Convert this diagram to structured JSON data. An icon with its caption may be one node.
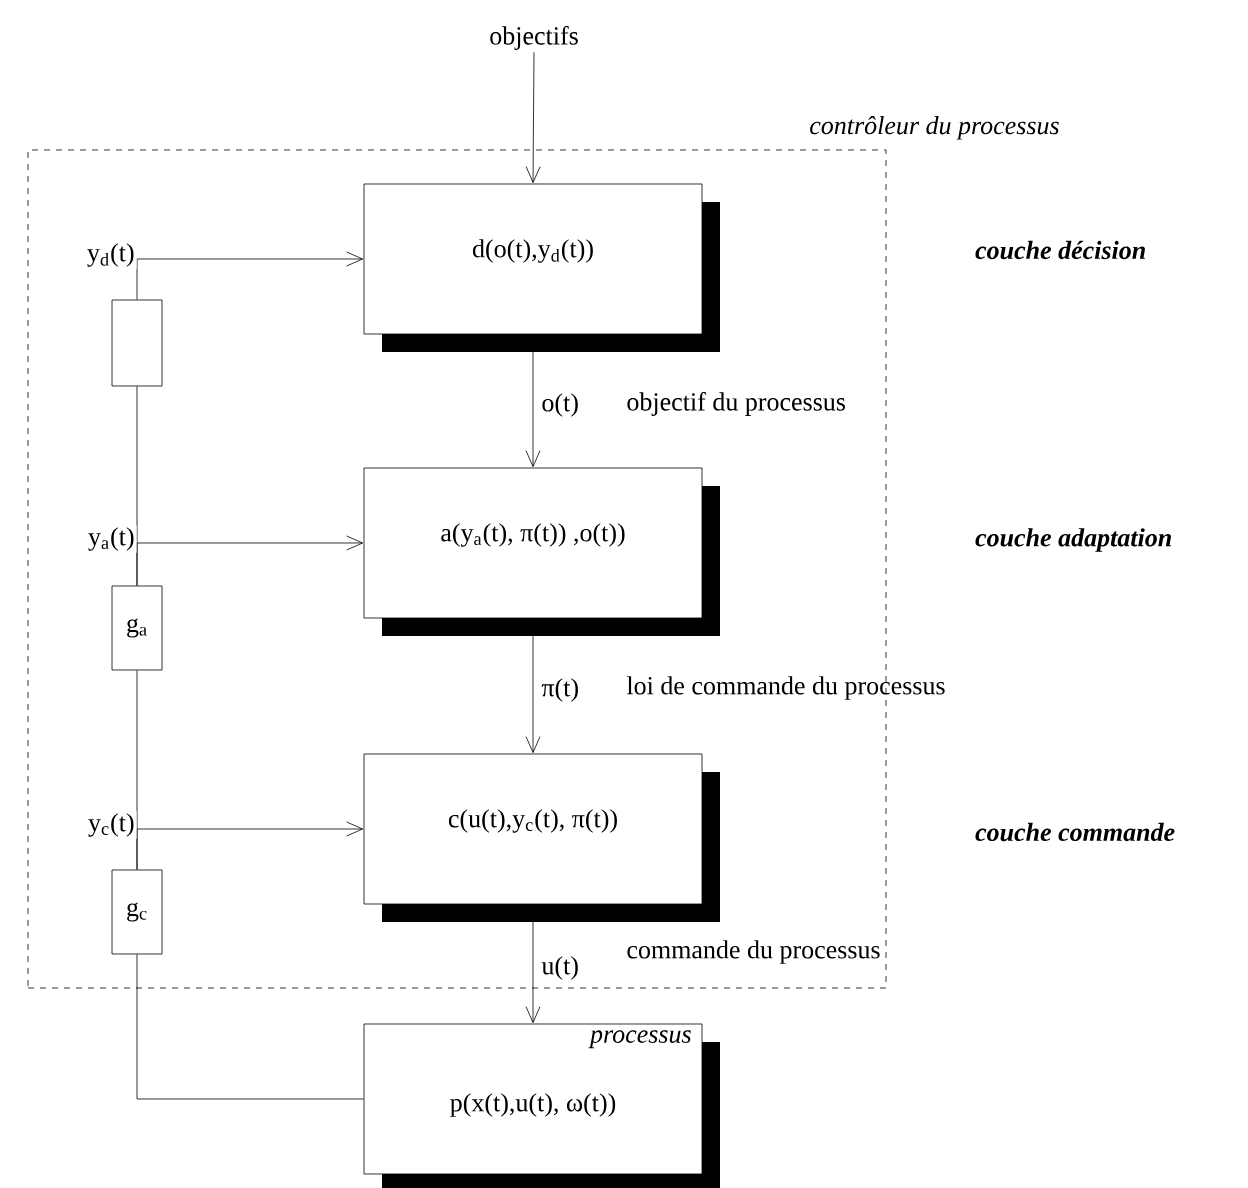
{
  "diagram": {
    "nodes": [
      {
        "text": [
          "contrôleur du processus"
        ]
      },
      {
        "text": [
          "objectifs"
        ]
      },
      {
        "text": [
          "d(o(t),y$_{d}$(t))"
        ],
        "in": 0
      },
      {
        "text": [
          "a(y$_{a}$(t), π(t)) ,o(t))"
        ],
        "in": 0
      },
      {
        "text": [
          "c(u(t),y$_{c}$(t),  π(t))"
        ],
        "in": 0
      },
      {
        "text": [
          "processus",
          "p(x(t),u(t),  ω(t))"
        ]
      },
      {
        "text": [],
        "shape": "box",
        "in": 0
      },
      {
        "text": [
          "g$_{a}$"
        ],
        "in": 0
      },
      {
        "text": [
          "g$_{c}$"
        ],
        "in": 0
      }
    ],
    "edges": [
      {
        "from": 1,
        "to": 2,
        "arrow": "to"
      },
      {
        "from": 2,
        "to": 3,
        "arrow": "to",
        "label": "o(t)"
      },
      {
        "from": 3,
        "to": 4,
        "arrow": "to",
        "label": "π(t)"
      },
      {
        "from": 4,
        "to": 5,
        "arrow": "to",
        "label": "u(t)"
      },
      {
        "from": 5,
        "to": 8,
        "arrow": "none"
      },
      {
        "from": 8,
        "to": 4,
        "arrow": "to",
        "label": "y$_{c}$(t)"
      },
      {
        "from": 8,
        "to": 7,
        "arrow": "none"
      },
      {
        "from": 7,
        "to": 3,
        "arrow": "to",
        "label": "y$_{a}$(t)"
      },
      {
        "from": 7,
        "to": 6,
        "arrow": "none"
      },
      {
        "from": 6,
        "to": 2,
        "arrow": "to",
        "label": "y$_{d}$(t)"
      }
    ],
    "labels": [
      "objectif du processus",
      "loi de commande du processus",
      "commande du processus",
      "couche décision",
      "couche adaptation",
      "couche commande"
    ]
  }
}
